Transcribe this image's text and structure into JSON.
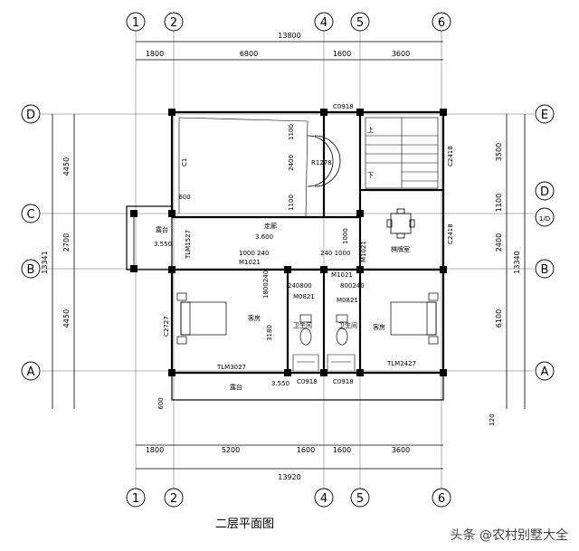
{
  "drawing": {
    "caption": "二层平面图",
    "watermark": "头条 @农村别墅大全"
  },
  "grid_axes": {
    "vertical": [
      "1",
      "2",
      "4",
      "5",
      "6"
    ],
    "horizontal": [
      "A",
      "B",
      "C",
      "D",
      "E",
      "1/D"
    ]
  },
  "dimensions": {
    "top_total": "13800",
    "top_segments": [
      "1800",
      "6800",
      "1600",
      "3600"
    ],
    "bottom_segments": [
      "1800",
      "5200",
      "1600",
      "1600",
      "3600"
    ],
    "bottom_total": "13920",
    "left_segments": [
      "4450",
      "2700",
      "4450"
    ],
    "left_total": "13341",
    "right_segments": [
      "3500",
      "1100",
      "2400",
      "6100"
    ],
    "right_total": "13340",
    "left_inner": [
      "1100",
      "2400",
      "1100"
    ],
    "balcony_gap": "600",
    "bottom_offset_right": "120",
    "bottom_offset_left": "600",
    "dim_3180": "3180"
  },
  "labels": {
    "c0918_top": "C0918",
    "c1": "C1",
    "r1278": "R1278",
    "up": "上",
    "down": "下",
    "c2418_a": "C2418",
    "c2418_b": "C2418",
    "m1021_a": "M1021",
    "m1021_b": "M1021",
    "m1021_c": "M1021",
    "m0821_a": "M0821",
    "m0821_b": "M0821",
    "elev_360": "3.600",
    "elev_355_left": "3.550",
    "elev_355_bottom": "3.550",
    "corridor": "走廊",
    "terrace_left": "露台",
    "tlm1527": "TLM1527",
    "c2727": "C2727",
    "living_left": "客房",
    "living_right": "客房",
    "wc_left": "卫生间",
    "wc_right": "卫生间",
    "mahjong": "棋牌室",
    "tlm3027": "TLM3027",
    "tlm2427": "TLM2427",
    "c0918_a": "C0918",
    "c0918_b": "C0918",
    "terrace_bottom": "露台",
    "n1000_240": "1000 240",
    "n240_1000": "240 1000",
    "n240_800": "240800",
    "n800_240": "800240",
    "n1100": "1100",
    "n1000": "1000",
    "n240": "240",
    "n1800_240": "1800240"
  }
}
